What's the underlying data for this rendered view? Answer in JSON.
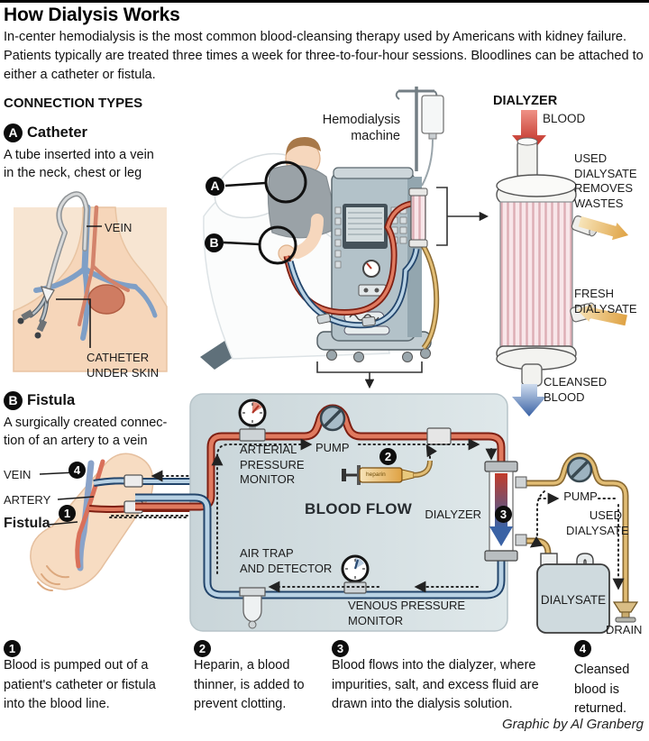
{
  "header": {
    "title": "How Dialysis Works",
    "intro": "In-center hemodialysis is the most common blood-cleansing therapy used by Americans with kidney failure. Patients typically are treated three times a week for three-to-four-hour sessions. Bloodlines can be attached to either a catheter or fistula."
  },
  "left": {
    "heading": "CONNECTION TYPES",
    "catheter": {
      "badge": "A",
      "title": "Catheter",
      "desc": "A tube inserted into a vein\nin the neck, chest or leg",
      "vein_label": "VEIN",
      "under_skin_label": "CATHETER\nUNDER SKIN"
    },
    "fistula": {
      "badge": "B",
      "title": "Fistula",
      "desc": "A surgically created connec-\ntion of an artery to a vein",
      "vein_label": "VEIN",
      "artery_label": "ARTERY",
      "fistula_label": "Fistula",
      "return_badge": "4",
      "out_badge": "1"
    }
  },
  "machine": {
    "label": "Hemodialysis\nmachine",
    "badge_a": "A",
    "badge_b": "B"
  },
  "dialyzer": {
    "heading": "DIALYZER",
    "blood_in": "BLOOD",
    "used": "USED\nDIALYSATE\nREMOVES\nWASTES",
    "fresh": "FRESH\nDIALYSATE",
    "cleansed": "CLEANSED\nBLOOD"
  },
  "flow": {
    "title": "BLOOD FLOW",
    "arterial": "ARTERIAL\nPRESSURE\nMONITOR",
    "pump_top": "PUMP",
    "heparin_badge": "2",
    "syringe_label": "heparin",
    "dialyzer_label": "DIALYZER",
    "dialyzer_badge": "3",
    "pump_right": "PUMP",
    "used": "USED\nDIALYSATE",
    "air_trap": "AIR TRAP\nAND DETECTOR",
    "venous": "VENOUS PRESSURE\nMONITOR",
    "jug": "DIALYSATE",
    "drain": "DRAIN",
    "return_badge": "4"
  },
  "footnotes": [
    {
      "badge": "1",
      "text": "Blood is pumped out of a patient's catheter or fistula into the blood line."
    },
    {
      "badge": "2",
      "text": "Heparin, a blood thinner, is added to prevent clotting."
    },
    {
      "badge": "3",
      "text": "Blood flows into the dialyzer, where impurities, salt, and excess fluid are drawn into the dialysis solution."
    },
    {
      "badge": "4",
      "text": "Cleansed blood is returned."
    }
  ],
  "credit": "Graphic by Al Granberg",
  "colors": {
    "blood_red": "#b7271c",
    "tube_red_fill": "#e07a5f",
    "vein_blue": "#23456b",
    "tube_blue_fill": "#b9d2e4",
    "dialysate_tan": "#e2bd74",
    "panel_bg": "#cbd6da",
    "skin": "#f6d7bd"
  }
}
